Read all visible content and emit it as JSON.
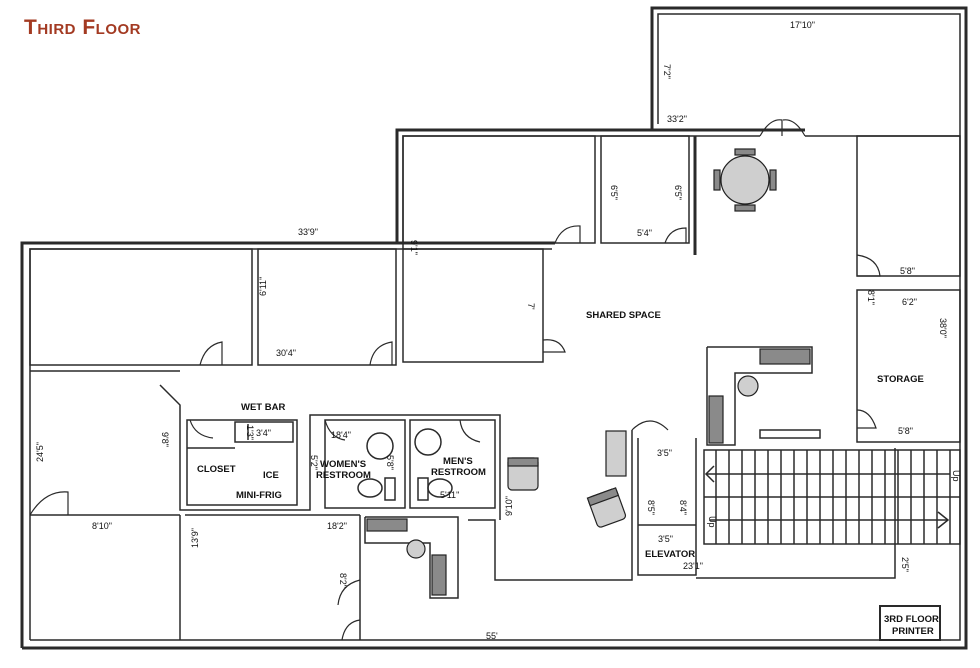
{
  "title": "Third Floor",
  "rooms": {
    "shared_space": "SHARED SPACE",
    "storage": "STORAGE",
    "wet_bar": "WET BAR",
    "closet": "CLOSET",
    "ice": "ICE",
    "mini_frig": "MINI-FRIG",
    "womens_restroom_1": "WOMEN'S",
    "womens_restroom_2": "RESTROOM",
    "mens_restroom_1": "MEN'S",
    "mens_restroom_2": "RESTROOM",
    "elevator": "ELEVATOR",
    "printer_1": "3RD FLOOR",
    "printer_2": "PRINTER",
    "up_1": "Up",
    "up_2": "Up"
  },
  "dims": {
    "d_17_10": "17'10\"",
    "d_7_2": "7'2\"",
    "d_33_2": "33'2\"",
    "d_33_9": "33'9\"",
    "d_6_5a": "6'5\"",
    "d_6_5b": "6'5\"",
    "d_5_4": "5'4\"",
    "d_6_11": "6'11\"",
    "d_30_4": "30'4\"",
    "d_9_1": "9'1\"",
    "d_7": "7'",
    "d_5_8a": "5'8\"",
    "d_8_1": "8'1\"",
    "d_6_2": "6'2\"",
    "d_38_0": "38'0\"",
    "d_5_8b": "5'8\"",
    "d_24_5": "24'5\"",
    "d_9_8": "9'8\"",
    "d_1_3": "1'3\"",
    "d_3_4": "3'4\"",
    "d_18_4": "18'4\"",
    "d_5_2": "5'2\"",
    "d_5_8c": "5'8\"",
    "d_5_11": "5'11\"",
    "d_3_5a": "3'5\"",
    "d_8_5": "8'5\"",
    "d_8_4": "8'4\"",
    "d_9_10": "9'10\"",
    "d_8_10": "8'10\"",
    "d_13_9": "13'9\"",
    "d_18_2": "18'2\"",
    "d_8_2": "8'2\"",
    "d_3_5b": "3'5\"",
    "d_23_1": "23'1\"",
    "d_2_5": "2'5\"",
    "d_55": "55'"
  }
}
